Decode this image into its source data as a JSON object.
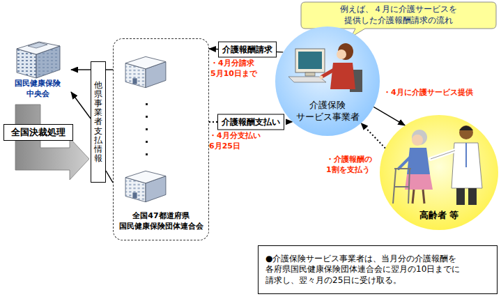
{
  "diagram": {
    "nodes": [
      {
        "text": [
          "例えば、４月に介護サービスを 提供した介護報酬請求の流れ"
        ]
      },
      {
        "text": [
          "国民健康保険 中央会"
        ]
      },
      {
        "text": [
          "全国決裁処理"
        ]
      },
      {
        "text": [
          "他県事業者支払情報"
        ]
      },
      {
        "text": [
          "全国47都道府県 国民健康保険団体連合会"
        ]
      },
      {
        "text": [
          "介護保険",
          "サービス事業者"
        ]
      },
      {
        "text": [
          "高齢者 等"
        ]
      },
      {
        "text": [
          "●介護保険サービス事業者は、当月分の介護報酬を 各府県国民健康保険団体連合会に翌月の10日までに 請求し、翌々月の25日に受け取る。"
        ]
      }
    ],
    "edges": [
      {
        "from": 5,
        "to": 4,
        "label": "介護報酬請求",
        "arrow": "to"
      },
      {
        "from": 4,
        "to": 5,
        "label": "介護報酬支払い",
        "arrow": "to"
      },
      {
        "from": 5,
        "to": 6,
        "arrow": "to"
      },
      {
        "from": 6,
        "to": 5,
        "arrow": "to"
      },
      {
        "from": 4,
        "to": 3,
        "arrow": "none"
      },
      {
        "from": 3,
        "to": 1,
        "arrow": "to"
      },
      {
        "from": 4,
        "to": 3,
        "arrow": "none"
      },
      {
        "from": 3,
        "to": 1,
        "arrow": "to"
      }
    ],
    "labels": [
      "・4月分請求 5月10日まで",
      "・4月分支払い 6月25日",
      "・4月に介護サービス提供",
      "・介護報酬の 1割を支払う"
    ]
  }
}
